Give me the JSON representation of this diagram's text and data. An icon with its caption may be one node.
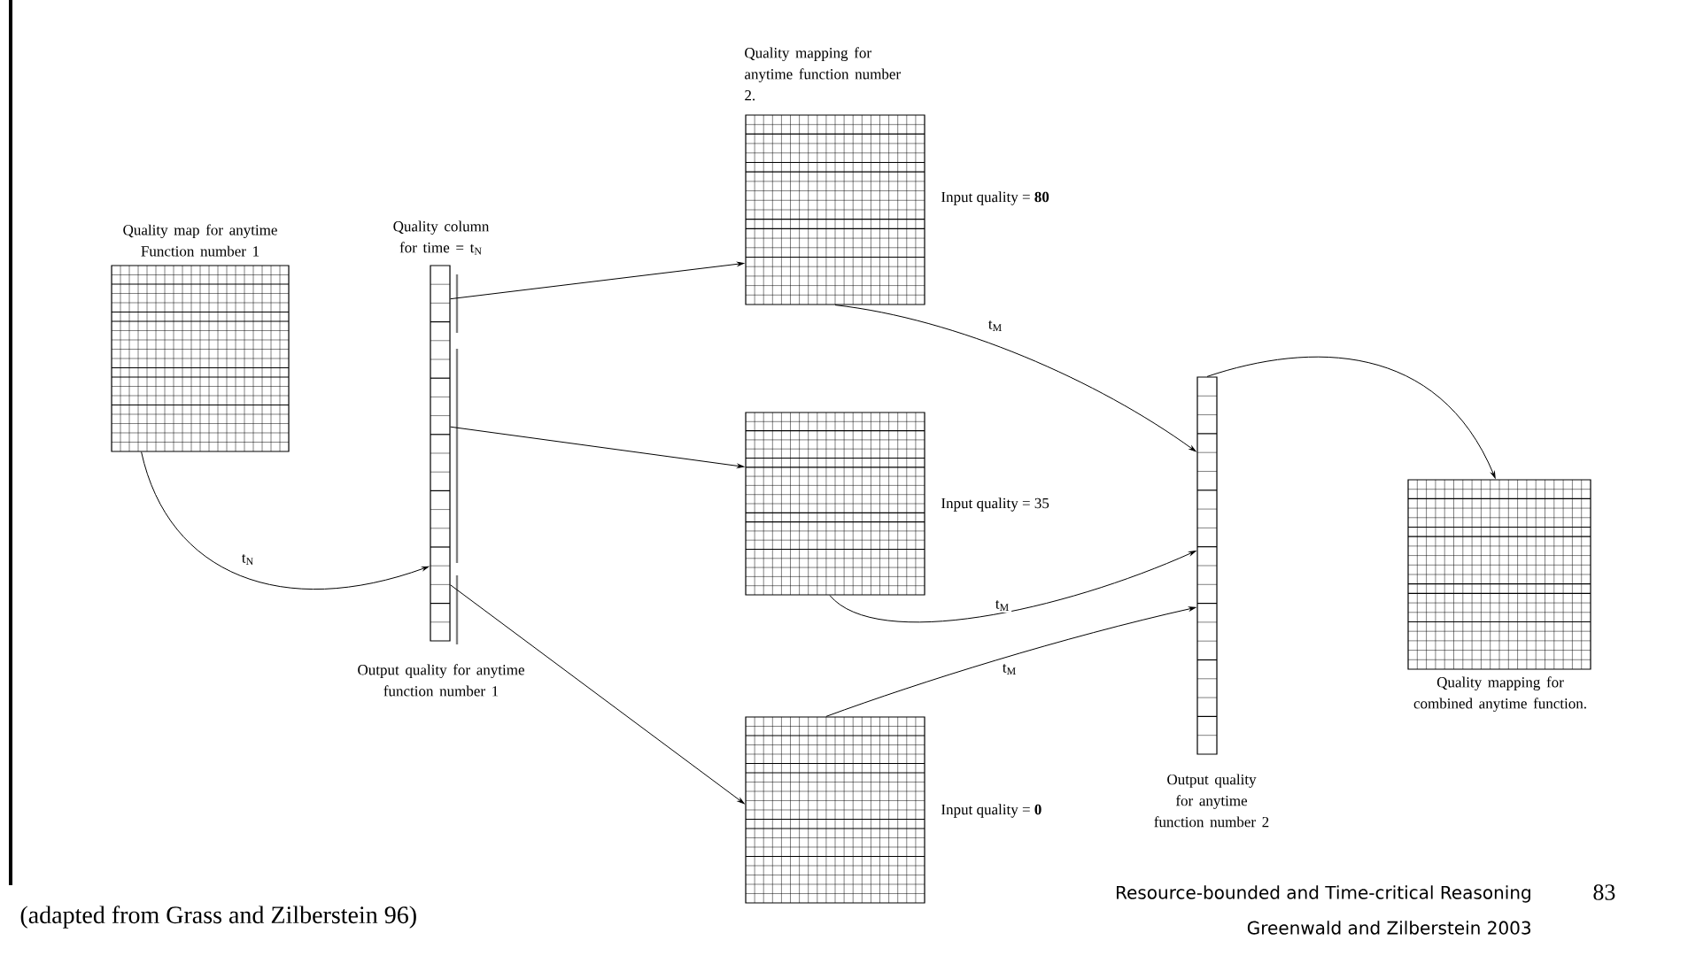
{
  "diagram": {
    "nodes": [
      {
        "text": [
          "Quality map for anytime Function number 1"
        ]
      },
      {
        "text": [
          "Quality column for time = t$_{N}$",
          "Output quality for anytime function number 1"
        ]
      },
      {
        "text": [
          "Quality mapping for anytime function number 2."
        ],
        "beside": [
          "Input quality = **80**"
        ]
      },
      {
        "text": [],
        "shape": "box",
        "beside": [
          "Input quality = 35"
        ]
      },
      {
        "text": [],
        "shape": "box",
        "beside": [
          "Input quality = **0**"
        ]
      },
      {
        "text": [
          "Output quality for anytime function number 2"
        ]
      },
      {
        "text": [
          "Quality mapping for combined anytime function."
        ]
      }
    ],
    "edges": [
      {
        "from": 0,
        "to": 1,
        "arrow": "to",
        "label": "t$_{N}$"
      },
      {
        "from": 1,
        "to": 2,
        "arrow": "to"
      },
      {
        "from": 1,
        "to": 3,
        "arrow": "to"
      },
      {
        "from": 1,
        "to": 4,
        "arrow": "to"
      },
      {
        "from": 2,
        "to": 5,
        "arrow": "to",
        "label": "t$_{M}$"
      },
      {
        "from": 3,
        "to": 5,
        "arrow": "to",
        "label": "t$_{M}$"
      },
      {
        "from": 4,
        "to": 5,
        "arrow": "to",
        "label": "t$_{M}$"
      },
      {
        "from": 5,
        "to": 6,
        "arrow": "to"
      }
    ],
    "labels": [
      "(adapted from Grass and Zilberstein 96)",
      "Resource-bounded and Time-critical Reasoning",
      "Greenwald and Zilberstein 2003",
      "83"
    ]
  }
}
